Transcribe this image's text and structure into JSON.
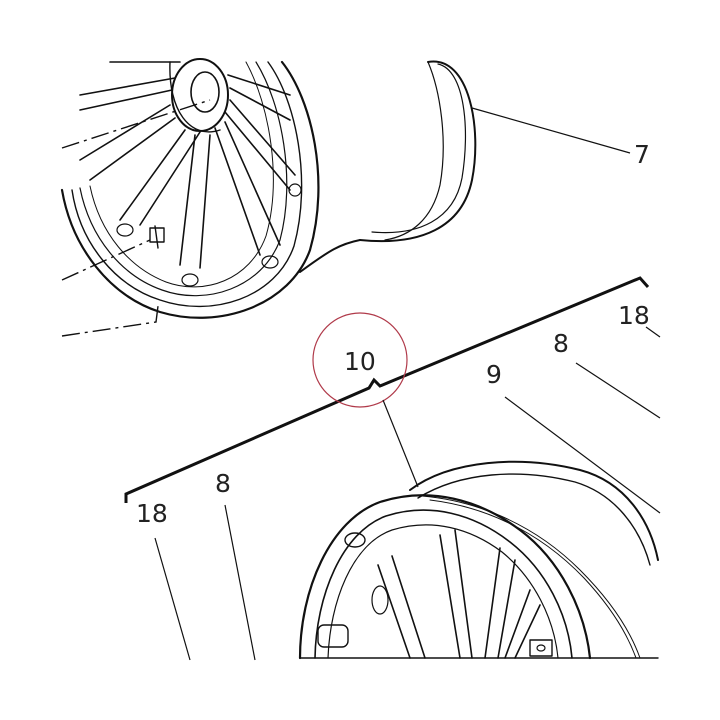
{
  "diagram": {
    "callouts": {
      "c7": "7",
      "c10": "10",
      "c18_right": "18",
      "c8_right": "8",
      "c9": "9",
      "c18_left": "18",
      "c8_left": "8"
    },
    "colors": {
      "line": "#111111",
      "highlight": "#b03a4a",
      "background": "#ffffff"
    }
  }
}
